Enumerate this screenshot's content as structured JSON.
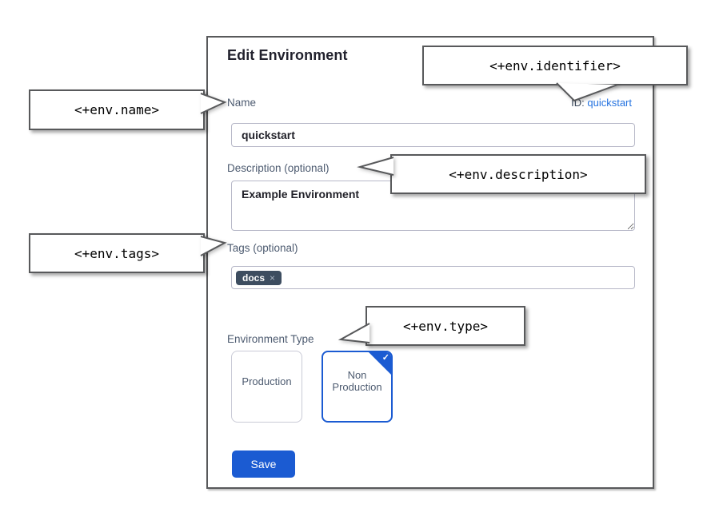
{
  "dialog": {
    "title": "Edit Environment",
    "name": {
      "label": "Name",
      "value": "quickstart"
    },
    "identifier": {
      "label": "ID:",
      "value": "quickstart"
    },
    "description": {
      "label": "Description (optional)",
      "value": "Example Environment"
    },
    "tags": {
      "label": "Tags (optional)",
      "chip_label": "docs",
      "chip_remove": "×"
    },
    "environment_type": {
      "label": "Environment Type",
      "options": [
        {
          "label": "Production",
          "selected": false
        },
        {
          "label": "Non Production",
          "selected": true
        }
      ],
      "selected_check": "✓"
    },
    "save_label": "Save"
  },
  "callouts": {
    "identifier": "<+env.identifier>",
    "name": "<+env.name>",
    "description": "<+env.description>",
    "tags": "<+env.tags>",
    "type": "<+env.type>"
  },
  "colors": {
    "accent_blue": "#1b5bd2",
    "link_blue": "#2573e0",
    "label_slate": "#4d5b70",
    "tag_chip_bg": "#3d4d60",
    "callout_border": "#58595b"
  }
}
